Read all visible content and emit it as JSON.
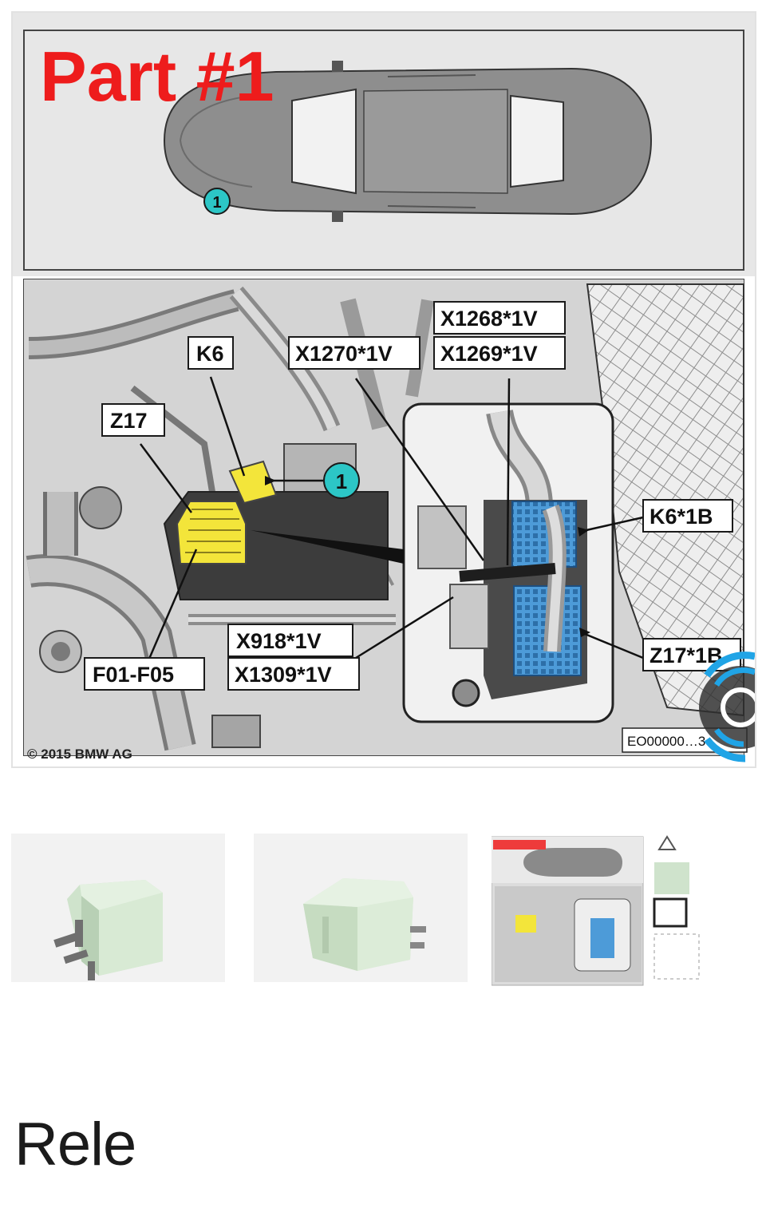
{
  "diagram": {
    "title": "Part #1",
    "marker_number": "1",
    "labels": {
      "k6": "K6",
      "z17": "Z17",
      "x1270": "X1270*1V",
      "x1268": "X1268*1V",
      "x1269": "X1269*1V",
      "k6_1b": "K6*1B",
      "z17_1b": "Z17*1B",
      "x918": "X918*1V",
      "x1309": "X1309*1V",
      "f01_f05": "F01-F05"
    },
    "copyright": "© 2015 BMW AG",
    "image_code": "EO00000…3"
  },
  "colors": {
    "title_red": "#ee1c1c",
    "marker_teal": "#2cc6c6",
    "fuse_yellow": "#f3e53a",
    "connector_blue": "#4d9bd8",
    "relay_green": "#cfe6cf"
  },
  "thumbnails": [
    "relay-photo-front",
    "relay-photo-side",
    "diagram-preview"
  ],
  "caption": "Rele"
}
